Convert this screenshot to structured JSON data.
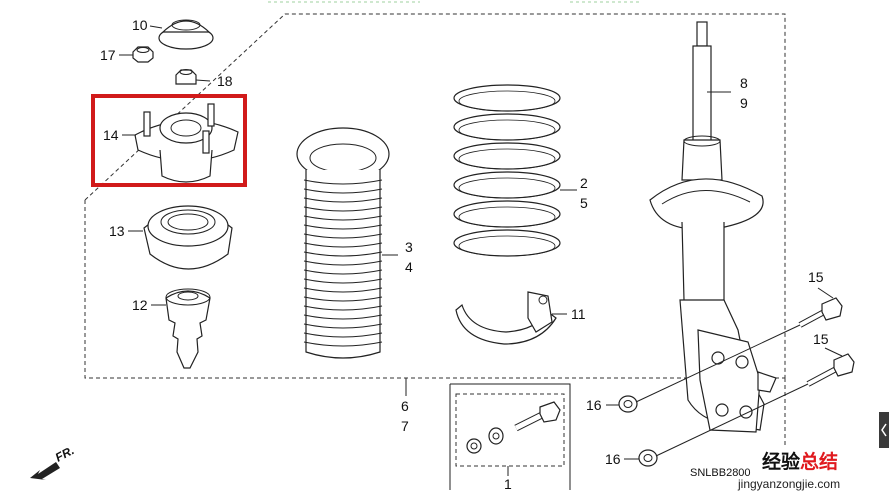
{
  "callouts": {
    "p1": "1",
    "p2": "2",
    "p3": "3",
    "p4": "4",
    "p5": "5",
    "p6": "6",
    "p7": "7",
    "p8": "8",
    "p9": "9",
    "p10": "10",
    "p11": "11",
    "p12": "12",
    "p13": "13",
    "p14": "14",
    "p15a": "15",
    "p15b": "15",
    "p16a": "16",
    "p16b": "16",
    "p17": "17",
    "p18": "18"
  },
  "direction_label": "FR.",
  "diagram_code": "SNLBB2800",
  "watermark": {
    "line1_a": "经验",
    "line1_b": "总结",
    "line2": "jingyanzongjie.com"
  },
  "colors": {
    "highlight": "#d11a1a",
    "watermark_red": "#e0191e",
    "line": "#222222"
  },
  "icons": [
    "arrow-left-icon",
    "chevron-left-icon"
  ]
}
